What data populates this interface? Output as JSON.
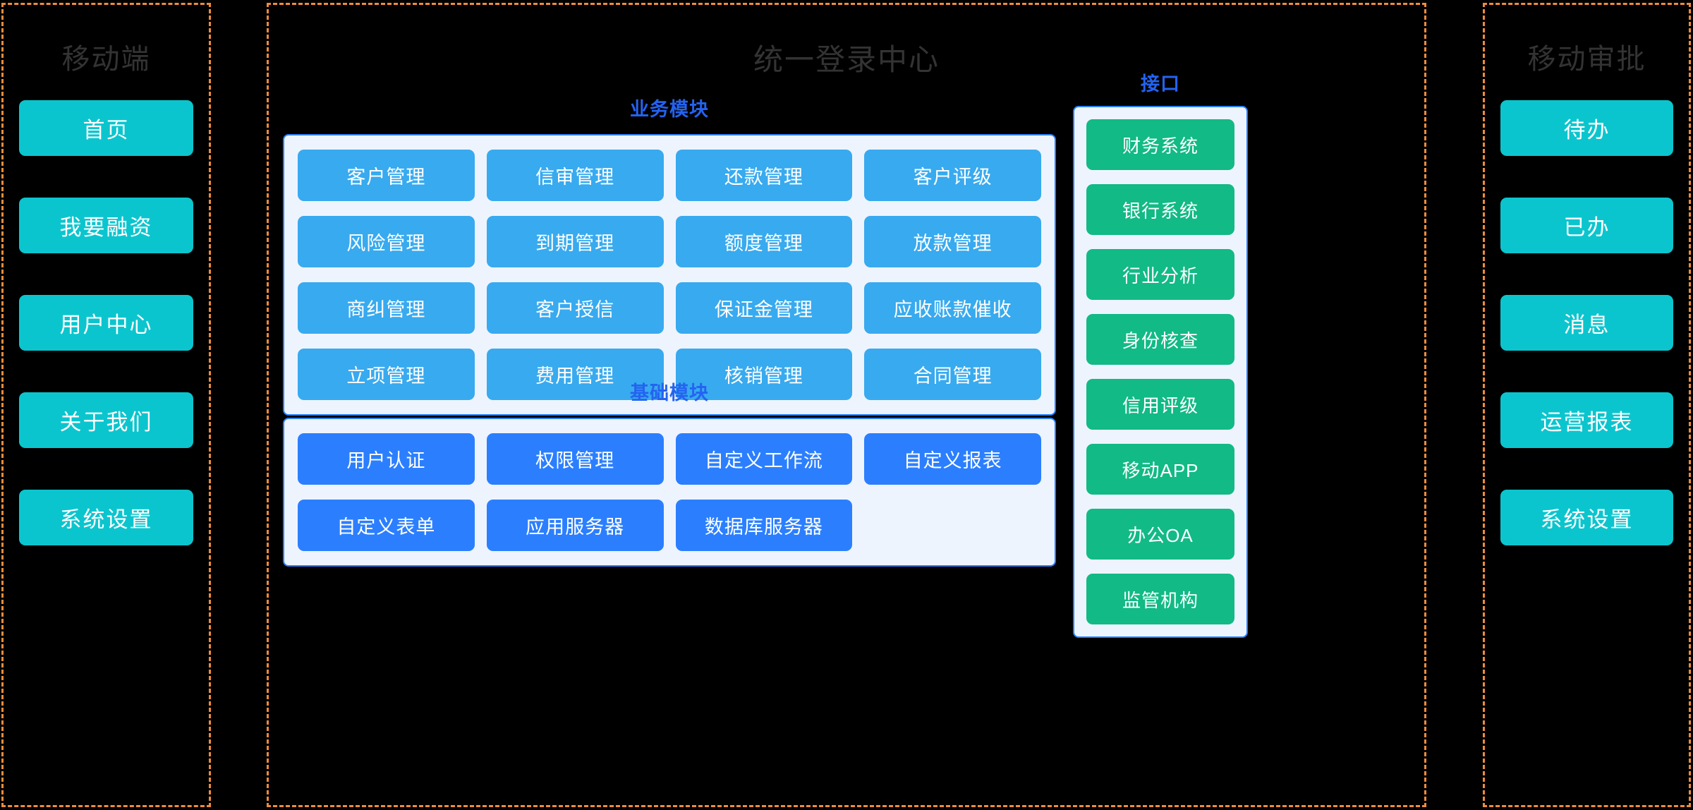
{
  "theme": {
    "background": "#000000",
    "zone_border": "#ef8b3c",
    "zone_title_color": "#333333",
    "group_title_color": "#2463f0",
    "panel_fill": "#eef4fd",
    "panel_border": "#2b7fff",
    "mobile_button": "#0bc5ce",
    "business_tile": "#38aaef",
    "base_tile": "#2b7fff",
    "interface_tile": "#12ba85"
  },
  "left_zone": {
    "title": "移动端",
    "items": [
      {
        "label": "首页"
      },
      {
        "label": "我要融资"
      },
      {
        "label": "用户中心"
      },
      {
        "label": "关于我们"
      },
      {
        "label": "系统设置"
      }
    ]
  },
  "center_zone": {
    "title": "统一登录中心",
    "business": {
      "title": "业务模块",
      "tiles": [
        {
          "label": "客户管理"
        },
        {
          "label": "信审管理"
        },
        {
          "label": "还款管理"
        },
        {
          "label": "客户评级"
        },
        {
          "label": "风险管理"
        },
        {
          "label": "到期管理"
        },
        {
          "label": "额度管理"
        },
        {
          "label": "放款管理"
        },
        {
          "label": "商纠管理"
        },
        {
          "label": "客户授信"
        },
        {
          "label": "保证金管理"
        },
        {
          "label": "应收账款催收"
        },
        {
          "label": "立项管理"
        },
        {
          "label": "费用管理"
        },
        {
          "label": "核销管理"
        },
        {
          "label": "合同管理"
        }
      ]
    },
    "base": {
      "title": "基础模块",
      "tiles": [
        {
          "label": "用户认证"
        },
        {
          "label": "权限管理"
        },
        {
          "label": "自定义工作流"
        },
        {
          "label": "自定义报表"
        },
        {
          "label": "自定义表单"
        },
        {
          "label": "应用服务器"
        },
        {
          "label": "数据库服务器"
        }
      ]
    },
    "interface": {
      "title": "接口",
      "tiles": [
        {
          "label": "财务系统"
        },
        {
          "label": "银行系统"
        },
        {
          "label": "行业分析"
        },
        {
          "label": "身份核查"
        },
        {
          "label": "信用评级"
        },
        {
          "label": "移动APP"
        },
        {
          "label": "办公OA"
        },
        {
          "label": "监管机构"
        }
      ]
    }
  },
  "right_zone": {
    "title": "移动审批",
    "items": [
      {
        "label": "待办"
      },
      {
        "label": "已办"
      },
      {
        "label": "消息"
      },
      {
        "label": "运营报表"
      },
      {
        "label": "系统设置"
      }
    ]
  }
}
